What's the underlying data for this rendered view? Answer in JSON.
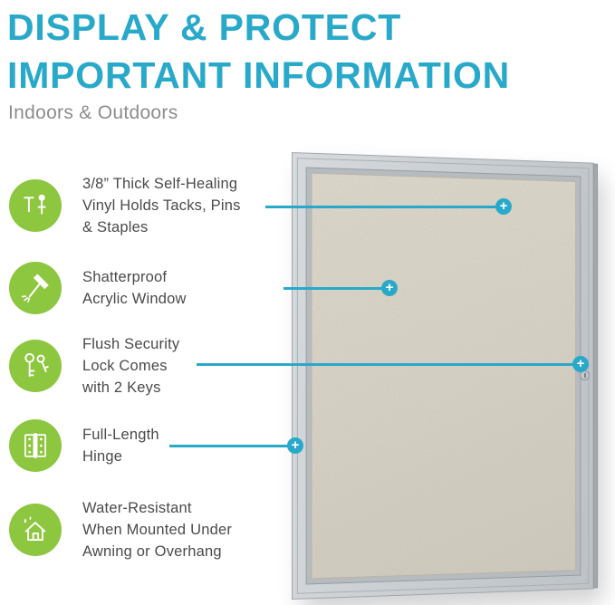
{
  "header": {
    "title_line1": "DISPLAY & PROTECT",
    "title_line2": "IMPORTANT INFORMATION",
    "subtitle": "Indoors & Outdoors"
  },
  "features": [
    {
      "icon": "tack-pin-icon",
      "lines": [
        "3/8” Thick Self-Healing",
        "Vinyl Holds Tacks, Pins",
        "& Staples"
      ],
      "has_callout": true
    },
    {
      "icon": "shatterproof-icon",
      "lines": [
        "Shatterproof",
        "Acrylic Window"
      ],
      "has_callout": true
    },
    {
      "icon": "keys-icon",
      "lines": [
        "Flush Security",
        "Lock Comes",
        "with 2 Keys"
      ],
      "has_callout": true
    },
    {
      "icon": "hinge-icon",
      "lines": [
        "Full-Length",
        "Hinge"
      ],
      "has_callout": true
    },
    {
      "icon": "house-water-icon",
      "lines": [
        "Water-Resistant",
        "When Mounted Under",
        "Awning or Overhang"
      ],
      "has_callout": false
    }
  ],
  "callouts": {
    "plus_glyph": "+"
  },
  "colors": {
    "accent_teal": "#29A9CA",
    "icon_green": "#8DC63F",
    "feature_text": "#4A4A4A",
    "subtitle_gray": "#8D8D8D",
    "frame_gray": "#C7CBCE",
    "surface_beige": "#D8D3C6"
  }
}
